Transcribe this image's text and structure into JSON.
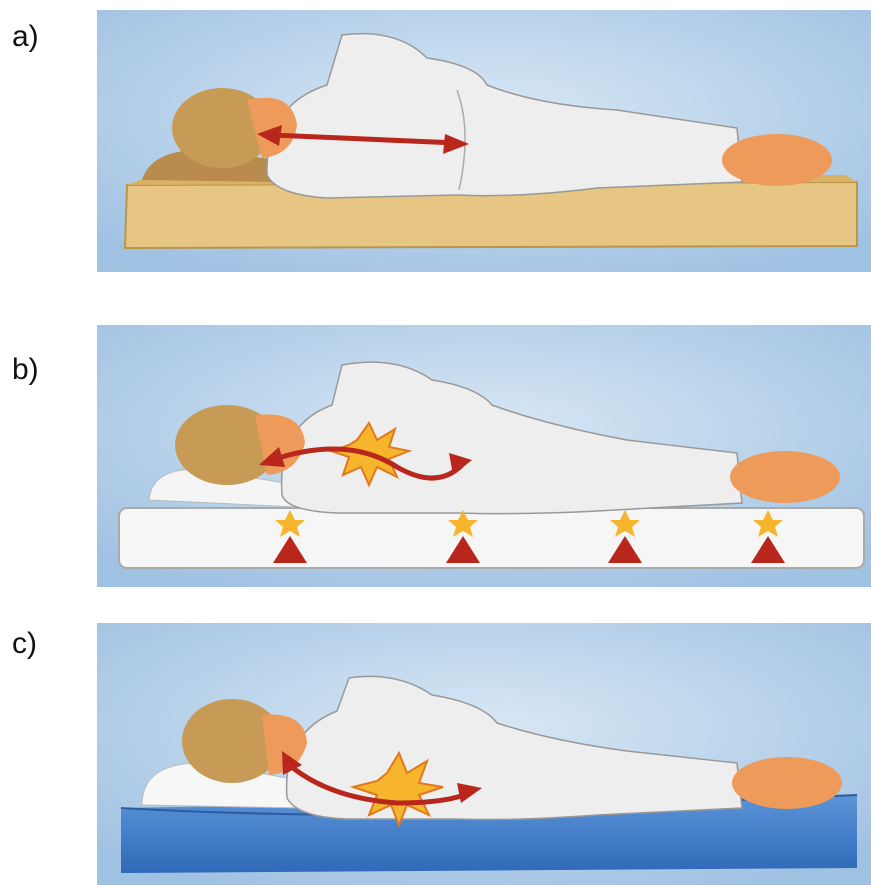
{
  "panels": [
    {
      "label": "a)",
      "mattress_color": "#e3c27a",
      "spine": "straight"
    },
    {
      "label": "b)",
      "mattress_color": "#f5f5f5",
      "spine": "curved-up",
      "pressure_points": 4
    },
    {
      "label": "c)",
      "mattress_color": "#4a86d0",
      "spine": "sagging"
    }
  ],
  "colors": {
    "sky": "#b8d3ea",
    "body": "#eeeeee",
    "hair": "#c79a55",
    "skin": "#ee9a5a",
    "arrow": "#b8261c",
    "burst": "#f6b52c"
  }
}
